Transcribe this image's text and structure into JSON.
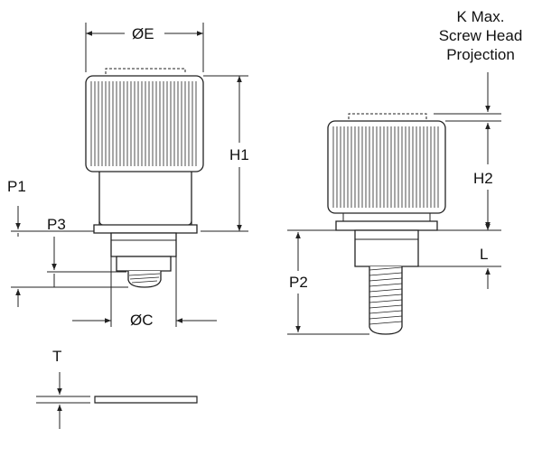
{
  "labels": {
    "diameter_e": "ØE",
    "diameter_c": "ØC",
    "h1": "H1",
    "h2": "H2",
    "p1": "P1",
    "p2": "P2",
    "p3": "P3",
    "l": "L",
    "t": "T",
    "k_note": [
      "K Max.",
      "Screw Head",
      "Projection"
    ]
  },
  "colors": {
    "line": "#222222",
    "hidden": "#555555"
  }
}
